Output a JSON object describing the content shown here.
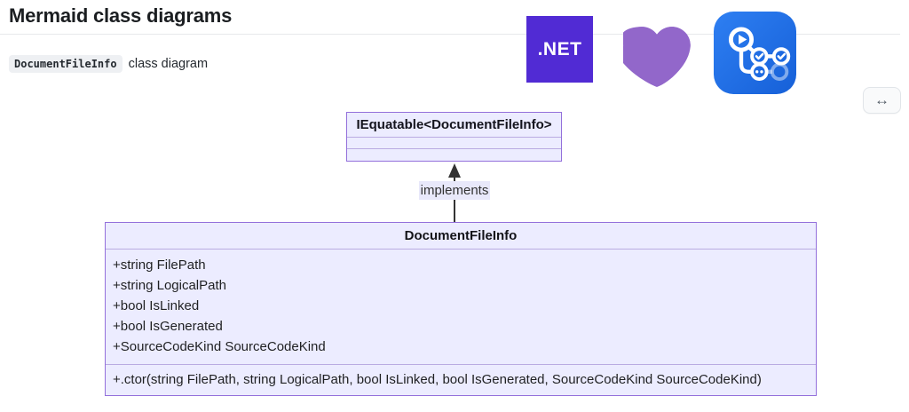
{
  "colors": {
    "dotnet": "#512BD4",
    "heart": "#9267CA",
    "actions_top": "#2e7ff2",
    "actions_bottom": "#1660d8",
    "boxfill": "#ECECFF",
    "boxborder": "#9370DB",
    "boxdivider": "#b9abe2",
    "linecolor": "#333333"
  },
  "header": {
    "title": "Mermaid class diagrams",
    "subtitle_code": "DocumentFileInfo",
    "subtitle_text": "class diagram"
  },
  "images": {
    "dotnet_label": ".NET"
  },
  "toolbar": {
    "expand_glyph": "↔"
  },
  "diagram": {
    "interface": {
      "title": "IEquatable<DocumentFileInfo>"
    },
    "relation_label": "implements",
    "class": {
      "title": "DocumentFileInfo",
      "attributes": [
        "+string FilePath",
        "+string LogicalPath",
        "+bool IsLinked",
        "+bool IsGenerated",
        "+SourceCodeKind SourceCodeKind"
      ],
      "methods": [
        "+.ctor(string FilePath, string LogicalPath, bool IsLinked, bool IsGenerated, SourceCodeKind SourceCodeKind)"
      ]
    }
  }
}
